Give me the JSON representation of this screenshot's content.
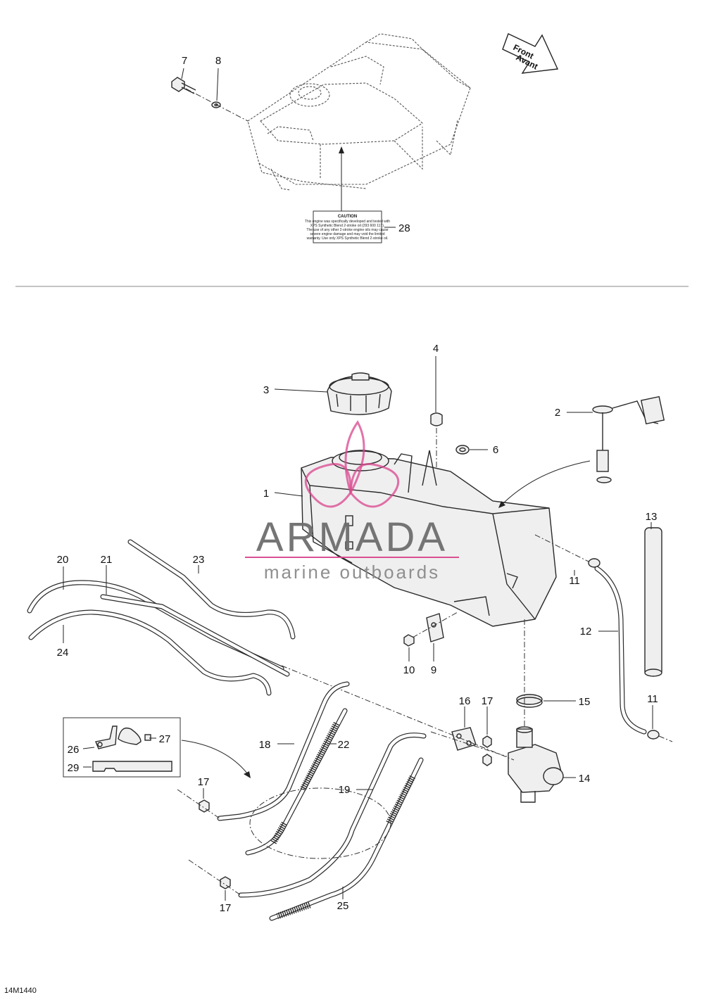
{
  "direction_arrow": {
    "line1": "Front",
    "line2": "Avant"
  },
  "caution_label": {
    "heading": "CAUTION",
    "lines": [
      "This engine was specifically developed and tested with",
      "XPS Synthetic Blend 2-stroke oil (293 600 117).",
      "The use of any other 2-stroke engine oils may cause",
      "severe engine damage and may void the limited",
      "warranty. Use only XPS Synthetic Blend 2-stroke oil."
    ]
  },
  "watermark": {
    "title": "ARMADA",
    "subtitle": "marine outboards",
    "accent_color": "#d9478f"
  },
  "figure_code": "14M1440",
  "callouts": {
    "c1": "1",
    "c2": "2",
    "c3": "3",
    "c4": "4",
    "c6": "6",
    "c7": "7",
    "c8": "8",
    "c9": "9",
    "c10": "10",
    "c11a": "11",
    "c11b": "11",
    "c12": "12",
    "c13": "13",
    "c14": "14",
    "c15": "15",
    "c16": "16",
    "c17a": "17",
    "c17b": "17",
    "c17c": "17",
    "c18": "18",
    "c19": "19",
    "c20": "20",
    "c21": "21",
    "c22": "22",
    "c23": "23",
    "c24": "24",
    "c25": "25",
    "c26": "26",
    "c27": "27",
    "c28": "28",
    "c29": "29"
  }
}
